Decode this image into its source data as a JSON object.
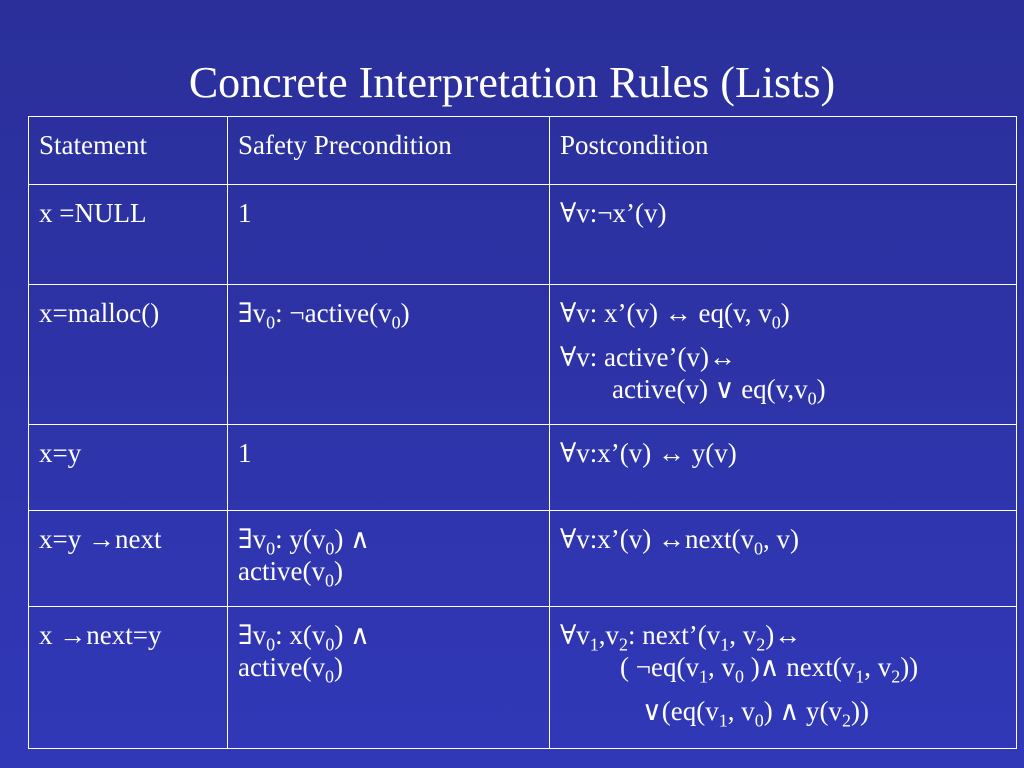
{
  "title": "Concrete Interpretation Rules (Lists)",
  "headers": {
    "statement": "Statement",
    "precondition": "Safety Precondition",
    "postcondition": "Postcondition"
  },
  "rows": [
    {
      "statement": "x =NULL",
      "precondition": [
        "1"
      ],
      "postcondition": [
        "∀v:¬x’(v)"
      ]
    },
    {
      "statement": "x=malloc()",
      "precondition": [
        "∃v",
        "0",
        ": ¬active(v",
        "0",
        ")"
      ],
      "post1": [
        "∀v: x’(v) ↔ eq(v, v",
        "0",
        ")"
      ],
      "post2": [
        "∀v: active’(v)↔"
      ],
      "post3": [
        "active(v) ∨ eq(v,v",
        "0",
        ")"
      ]
    },
    {
      "statement": "x=y",
      "precondition": [
        "1"
      ],
      "postcondition": [
        "∀v:x’(v) ↔ y(v)"
      ]
    },
    {
      "statement": "x=y →next",
      "pre1": [
        "∃v",
        "0",
        ": y(v",
        "0",
        ") ∧"
      ],
      "pre2": [
        "active(v",
        "0",
        ")"
      ],
      "postcondition": [
        "∀v:x’(v) ↔next(v",
        "0",
        ", v)"
      ]
    },
    {
      "statement": "x →next=y",
      "pre1": [
        "∃v",
        "0",
        ": x(v",
        "0",
        ") ∧"
      ],
      "pre2": [
        "active(v",
        "0",
        ")"
      ],
      "post1": [
        "∀v",
        "1",
        ",v",
        "2",
        ": next’(v",
        "1",
        ", v",
        "2",
        ")↔"
      ],
      "post2": [
        "( ¬eq(v",
        "1",
        ", v",
        "0",
        " )∧ next(v",
        "1",
        ", v",
        "2",
        "))"
      ],
      "post3": [
        "∨(eq(v",
        "1",
        ", v",
        "0",
        ") ∧  y(v",
        "2",
        "))"
      ]
    }
  ]
}
